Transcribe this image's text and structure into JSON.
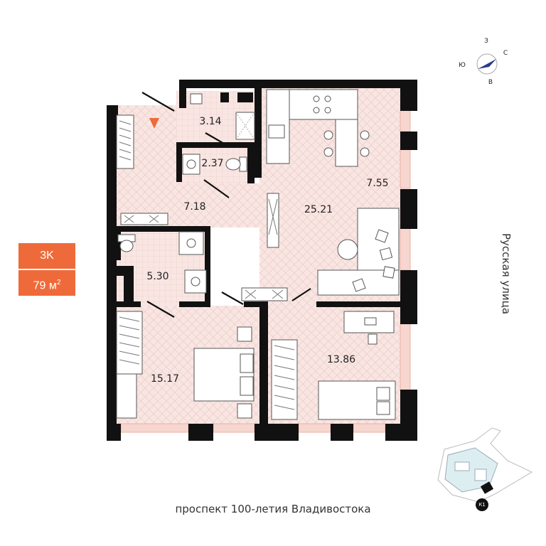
{
  "badge": {
    "rooms": "3K",
    "area_value": "79 м",
    "area_unit_sup": "2"
  },
  "compass": {
    "north": "З",
    "east": "С",
    "south": "В",
    "west": "Ю"
  },
  "rooms": [
    {
      "id": "hall",
      "area": "7.18"
    },
    {
      "id": "storage",
      "area": "3.14"
    },
    {
      "id": "wc",
      "area": "2.37"
    },
    {
      "id": "bathroom",
      "area": "5.30"
    },
    {
      "id": "living",
      "area": "25.21"
    },
    {
      "id": "kitchen",
      "area": "7.55"
    },
    {
      "id": "bedroom-1",
      "area": "15.17"
    },
    {
      "id": "bedroom-2",
      "area": "13.86"
    }
  ],
  "streets": {
    "bottom": "проспект 100-летия Владивостока",
    "right": "Русская улица"
  },
  "site_plan": {
    "tag": "К1"
  },
  "colors": {
    "accent": "#ef6a3a",
    "floor": "#f9e6e3",
    "wall": "#111111",
    "window": "#f3c7bd"
  }
}
